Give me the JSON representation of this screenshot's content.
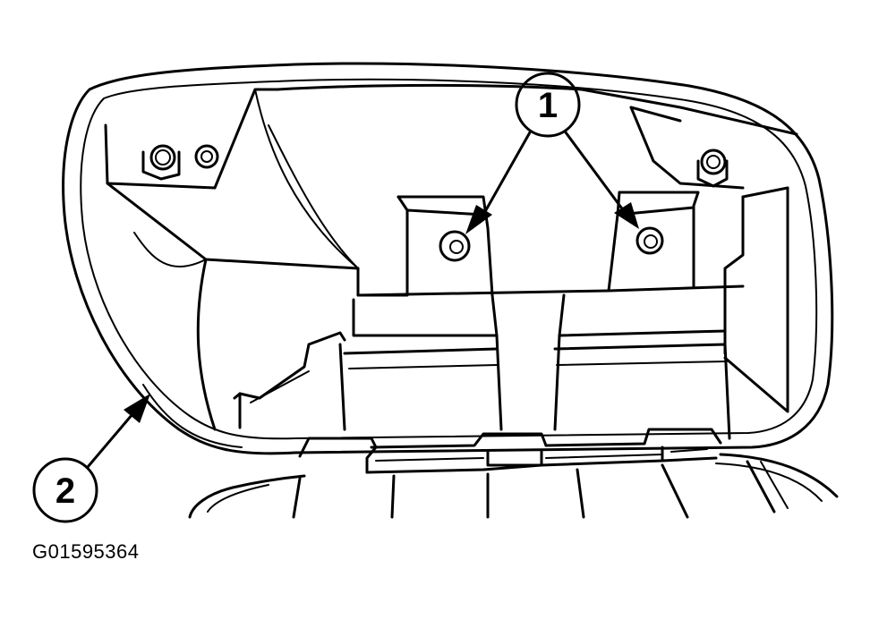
{
  "callouts": [
    {
      "id": "1",
      "label": "1"
    },
    {
      "id": "2",
      "label": "2"
    }
  ],
  "figure_id": "G01595364"
}
